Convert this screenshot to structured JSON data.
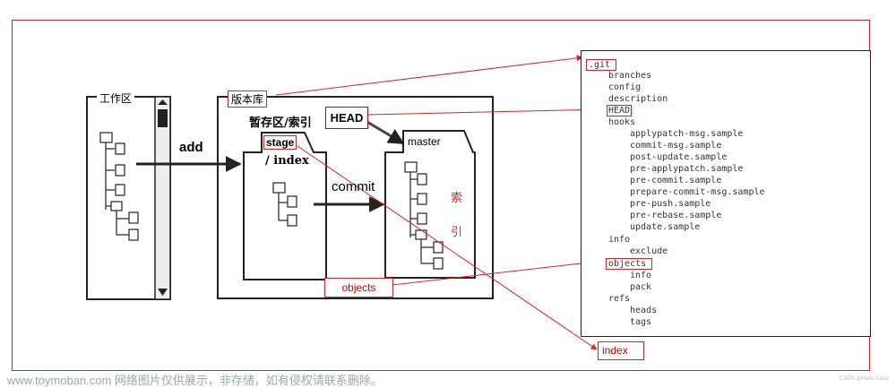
{
  "workspace": {
    "title": "工作区"
  },
  "repository": {
    "title": "版本库"
  },
  "stage_caption": "暂存区/索引",
  "stage": {
    "tab": "stage",
    "subtitle": "/ index"
  },
  "master": {
    "tab": "master"
  },
  "arrows": {
    "add": "add",
    "commit": "commit"
  },
  "head_label": "HEAD",
  "objects_label": "objects",
  "index_label": "index",
  "vertical_chars": [
    "索",
    "引"
  ],
  "tree": {
    "lines": [
      {
        "text": ".git",
        "depth": 0
      },
      {
        "text": "branches",
        "depth": 1
      },
      {
        "text": "config",
        "depth": 1
      },
      {
        "text": "description",
        "depth": 1
      },
      {
        "text": "HEAD",
        "depth": 1
      },
      {
        "text": "hooks",
        "depth": 1
      },
      {
        "text": "applypatch-msg.sample",
        "depth": 2
      },
      {
        "text": "commit-msg.sample",
        "depth": 2
      },
      {
        "text": "post-update.sample",
        "depth": 2
      },
      {
        "text": "pre-applypatch.sample",
        "depth": 2
      },
      {
        "text": "pre-commit.sample",
        "depth": 2
      },
      {
        "text": "prepare-commit-msg.sample",
        "depth": 2
      },
      {
        "text": "pre-push.sample",
        "depth": 2
      },
      {
        "text": "pre-rebase.sample",
        "depth": 2
      },
      {
        "text": "update.sample",
        "depth": 2
      },
      {
        "text": "info",
        "depth": 1
      },
      {
        "text": "exclude",
        "depth": 2
      },
      {
        "text": "objects",
        "depth": 1
      },
      {
        "text": "info",
        "depth": 2
      },
      {
        "text": "pack",
        "depth": 2
      },
      {
        "text": "refs",
        "depth": 1
      },
      {
        "text": "heads",
        "depth": 2
      },
      {
        "text": "tags",
        "depth": 2
      }
    ]
  },
  "watermark": "www.toymoban.com 网络图片仅供展示，非存储，如有侵权请联系删除。",
  "credit": "CSDN @Hallo Daisy",
  "colors": {
    "annotation_red": "#e02020",
    "diagram_black": "#111111"
  }
}
